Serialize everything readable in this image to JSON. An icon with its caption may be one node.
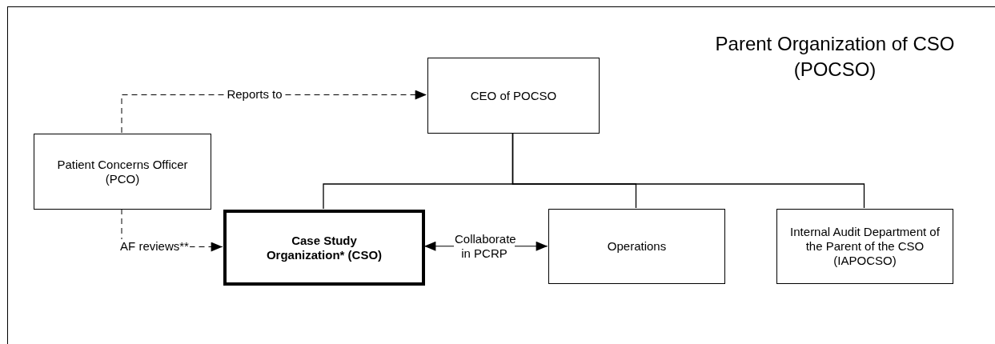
{
  "diagram": {
    "nodes": [
      {
        "text": [
          "Parent Organization of CSO (POCSO)"
        ]
      },
      {
        "text": [
          "CEO of POCSO"
        ],
        "in": 0
      },
      {
        "text": [
          "Patient Concerns Officer (PCO)"
        ],
        "in": 0
      },
      {
        "text": [
          "Case Study Organization* (CSO)"
        ],
        "in": 0
      },
      {
        "text": [
          "Operations"
        ],
        "in": 0
      },
      {
        "text": [
          "Internal Audit Department of the Parent of the CSO (IAPOCSO)"
        ],
        "in": 0
      }
    ],
    "edges": [
      {
        "from": 2,
        "to": 1,
        "arrow": "to",
        "label": "Reports to",
        "style": "dashed"
      },
      {
        "from": 2,
        "to": 3,
        "arrow": "to",
        "label": "AF reviews**",
        "style": "dashed"
      },
      {
        "from": 3,
        "to": 4,
        "arrow": "both",
        "label": "Collaborate in PCRP"
      },
      {
        "from": 1,
        "to": 3,
        "arrow": "none"
      },
      {
        "from": 1,
        "to": 4,
        "arrow": "none"
      },
      {
        "from": 1,
        "to": 5,
        "arrow": "none"
      }
    ]
  }
}
